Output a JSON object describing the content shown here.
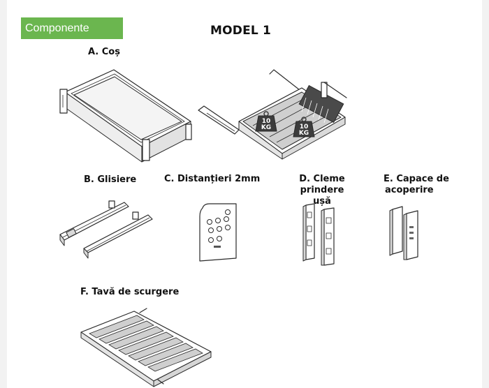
{
  "header": {
    "badge": "Componente",
    "title": "MODEL 1",
    "badge_color": "#6bb64f"
  },
  "components": {
    "a": {
      "label": "A. Coș",
      "weight_1": "10",
      "weight_2": "10",
      "unit": "KG"
    },
    "b": {
      "label": "B. Glisiere"
    },
    "c": {
      "label": "C. Distanțieri 2mm"
    },
    "d": {
      "label_line1": "D. Cleme prindere",
      "label_line2": "ușă"
    },
    "e": {
      "label_line1": "E. Capace de",
      "label_line2": "acoperire"
    },
    "f": {
      "label": "F. Tavă de scurgere"
    }
  }
}
